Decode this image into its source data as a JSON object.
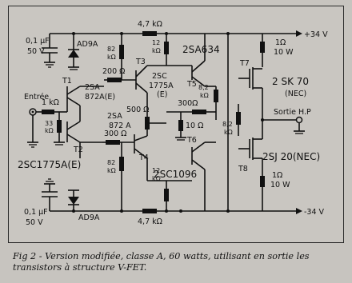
{
  "labels": {
    "r_top_47k": "4,7 kΩ",
    "r_bot_47k": "4,7 kΩ",
    "c_top": "0,1 µF",
    "c_top_v": "50 V",
    "c_bot": "0,1 µF",
    "c_bot_v": "50 V",
    "d_top": "AD9A",
    "d_bot": "AD9A",
    "entree": "Entrée",
    "r_1k": "1 kΩ",
    "r_33k_a": "33",
    "r_33k_b": "kΩ",
    "t1": "T1",
    "t2": "T2",
    "t1_type_a": "2SA",
    "t1_type_b": "872A(E)",
    "t2_type": "2SC1775A(E)",
    "r_200": "200 Ω",
    "r_82k_top_a": "82",
    "r_82k_top_b": "kΩ",
    "r_12k_top_a": "12",
    "r_12k_top_b": "kΩ",
    "t3": "T3",
    "t3_type_a": "2SC",
    "t3_type_b": "1775A",
    "t3_type_c": "(E)",
    "t4": "T4",
    "t4_type_a": "2SA",
    "t4_type_b": "872 A",
    "r_500": "500 Ω",
    "r_300_mid": "300 Ω",
    "r_300_right": "300Ω",
    "r_82k_bot_a": "82",
    "r_82k_bot_b": "kΩ",
    "r_12k_bot_a": "12",
    "r_12k_bot_b": "kΩ",
    "t5": "T5",
    "t5_type": "2SA634",
    "t6": "T6",
    "t6_type": "2SC1096",
    "r_82k_t5_a": "8,2",
    "r_82k_t5_b": "kΩ",
    "r_10": "10 Ω",
    "r_82k_out_a": "8,2",
    "r_82k_out_b": "kΩ",
    "r_1_top_a": "1Ω",
    "r_1_top_b": "10 W",
    "r_1_bot_a": "1Ω",
    "r_1_bot_b": "10 W",
    "t7": "T7",
    "t8": "T8",
    "t7_type_a": "2 SK 70",
    "t7_type_b": "(NEC)",
    "t8_type": "2SJ 20(NEC)",
    "vplus": "+34 V",
    "vminus": "-34 V",
    "sortie": "Sortie H.P"
  },
  "caption": "Fig 2 - Version modifiée, classe A, 60 watts, utilisant en sortie les transistors à structure V-FET."
}
